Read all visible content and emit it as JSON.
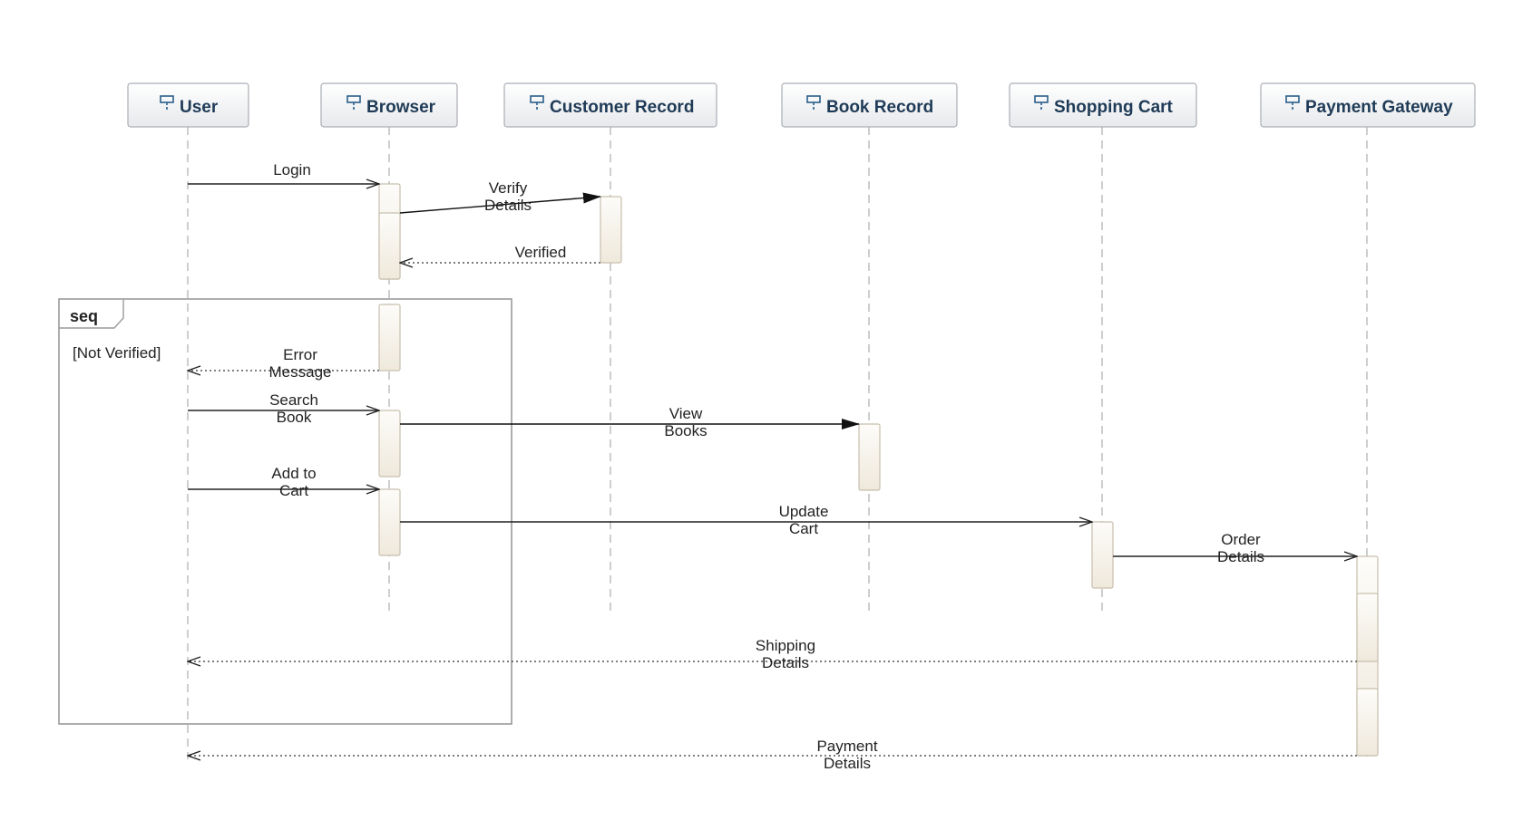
{
  "lifelines": [
    {
      "id": "user",
      "label": "User"
    },
    {
      "id": "browser",
      "label": "Browser"
    },
    {
      "id": "customer",
      "label": "Customer Record"
    },
    {
      "id": "book",
      "label": "Book Record"
    },
    {
      "id": "cart",
      "label": "Shopping Cart"
    },
    {
      "id": "payment",
      "label": "Payment Gateway"
    }
  ],
  "frame": {
    "keyword": "seq",
    "guard": "[Not Verified]"
  },
  "messages": [
    {
      "id": "login",
      "lines": [
        "Login"
      ],
      "type": "sync"
    },
    {
      "id": "verify-details",
      "lines": [
        "Verify",
        "Details"
      ],
      "type": "call"
    },
    {
      "id": "verified",
      "lines": [
        "Verified"
      ],
      "type": "return"
    },
    {
      "id": "error-message",
      "lines": [
        "Error",
        "Message"
      ],
      "type": "return"
    },
    {
      "id": "search-book",
      "lines": [
        "Search",
        "Book"
      ],
      "type": "sync"
    },
    {
      "id": "view-books",
      "lines": [
        "View",
        "Books"
      ],
      "type": "call"
    },
    {
      "id": "add-to-cart",
      "lines": [
        "Add to",
        "Cart"
      ],
      "type": "sync"
    },
    {
      "id": "update-cart",
      "lines": [
        "Update",
        "Cart"
      ],
      "type": "sync"
    },
    {
      "id": "order-details",
      "lines": [
        "Order",
        "Details"
      ],
      "type": "sync"
    },
    {
      "id": "shipping-details",
      "lines": [
        "Shipping",
        "Details"
      ],
      "type": "return"
    },
    {
      "id": "payment-details",
      "lines": [
        "Payment",
        "Details"
      ],
      "type": "return"
    }
  ],
  "colors": {
    "header_fill_top": "#ffffff",
    "header_fill_bottom": "#e9ebee",
    "header_border": "#a9adb3",
    "header_text": "#1f3b57",
    "icon": "#2b5f8a",
    "lifeline": "#bdbdbd",
    "activation_fill": "#f3efe6",
    "activation_border": "#c8bfae",
    "frame_border": "#9a9a9a"
  },
  "icons": {
    "lifeline_header": "lifeline-pin-icon"
  }
}
